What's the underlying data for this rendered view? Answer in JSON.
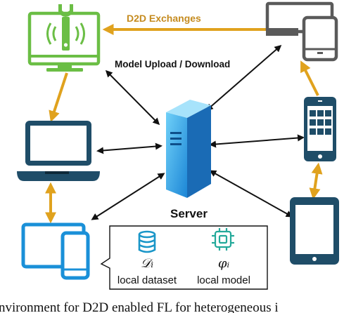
{
  "labels": {
    "d2d_exchanges": "D2D Exchanges",
    "model_upload_download": "Model Upload / Download",
    "server": "Server",
    "dataset_symbol": "𝒟ᵢ",
    "dataset_label": "local dataset",
    "model_symbol": "φᵢ",
    "model_label": "local model",
    "caption": "nvironment for D2D enabled FL for heterogeneous i"
  },
  "icons": {
    "top_left": "iot-wrench-antenna-monitor-icon",
    "top_right": "monitor-and-tablet-icon",
    "mid_left": "laptop-icon",
    "mid_right": "smartphone-app-grid-icon",
    "bottom_left": "tablet-and-phone-icon",
    "bottom_right": "tablet-icon",
    "center": "server-tower-icon",
    "legend_dataset": "database-icon",
    "legend_model": "neural-chip-icon"
  },
  "colors": {
    "d2d_arrow": "#e0a21e",
    "d2d_text": "#c58b1f",
    "device_green": "#6bbe45",
    "device_dark": "#1f4d68",
    "device_gray": "#5a5a5a",
    "server_blue": "#1f8cd8",
    "legend_cyan": "#1a96c8",
    "legend_teal": "#23a99a"
  }
}
